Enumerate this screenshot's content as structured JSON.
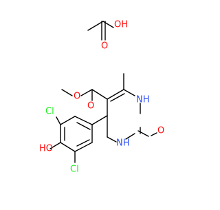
{
  "diagram": {
    "atom_labels": {
      "oh_acid": "OH",
      "o_acid": "O",
      "o_ester_single": "O",
      "o_ester_carbonyl": "O",
      "nh_upper": "NH",
      "nh_lower": "NH",
      "o_urea": "O",
      "cl_upper": "Cl",
      "cl_lower": "Cl",
      "ho_phenol": "HO"
    },
    "colors": {
      "bond": "#000000",
      "oxygen": "#ff0d0d",
      "nitrogen": "#3050f8",
      "chlorine": "#1ff01f"
    }
  }
}
